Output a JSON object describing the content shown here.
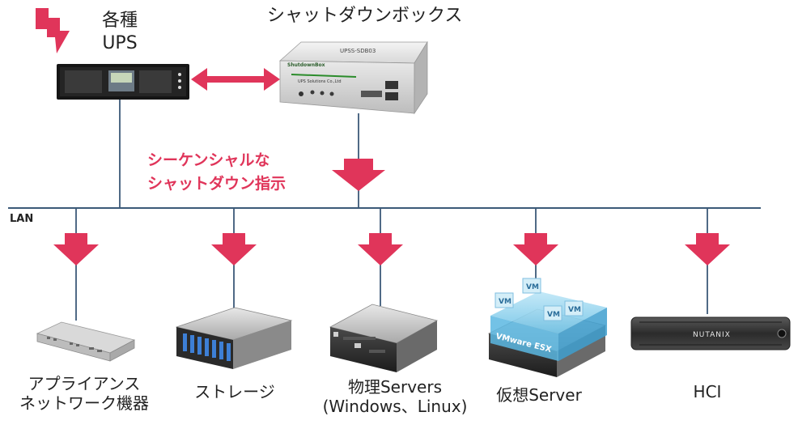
{
  "ups": {
    "line1": "各種",
    "line2": "UPS"
  },
  "shutdown_box": {
    "title": "シャットダウンボックス",
    "brand_text": "ShutdownBox",
    "model_text": "UPSS-SDB03",
    "maker_text": "UPS Solutions Co.,Ltd"
  },
  "instruction": {
    "line1": "シーケンシャルな",
    "line2": "シャットダウン指示"
  },
  "lan_label": "LAN",
  "devices": [
    {
      "line1": "アプライアンス",
      "line2": "ネットワーク機器"
    },
    {
      "line1": "ストレージ",
      "line2": ""
    },
    {
      "line1": "物理Servers",
      "line2": "(Windows、Linux)"
    },
    {
      "line1": "仮想Server",
      "line2": ""
    },
    {
      "line1": "HCI",
      "line2": ""
    }
  ],
  "vm_label": "VM",
  "esx_label": "VMware ESX",
  "nutanix_label": "NUTANIX",
  "colors": {
    "accent": "#e0355a",
    "line": "#3c5a78"
  }
}
